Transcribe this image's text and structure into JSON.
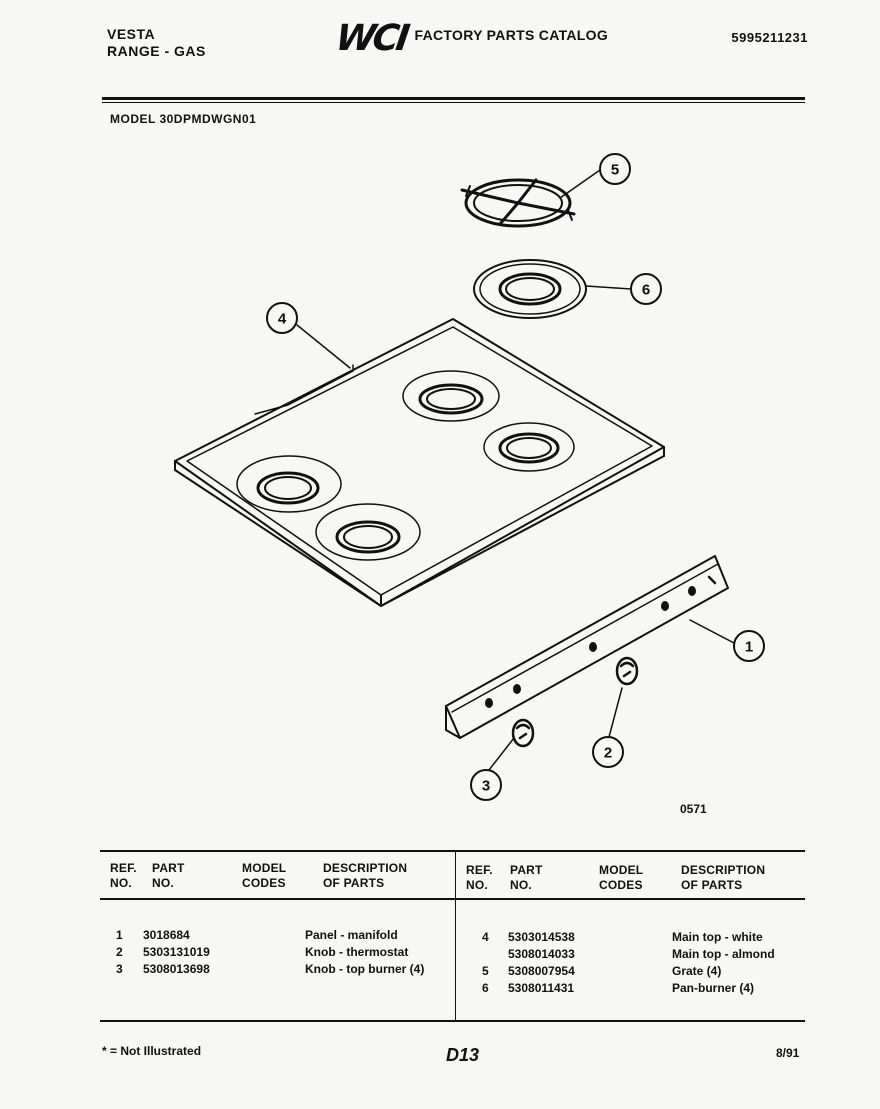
{
  "header": {
    "brand": "VESTA",
    "product": "RANGE - GAS",
    "logo": "WCI",
    "catalog_title": "FACTORY PARTS CATALOG",
    "catalog_number": "5995211231"
  },
  "model_line": "MODEL 30DPMDWGN01",
  "illustration": {
    "code": "0571",
    "callouts": [
      "1",
      "2",
      "3",
      "4",
      "5",
      "6"
    ]
  },
  "table": {
    "headers": {
      "ref": [
        "REF.",
        "NO."
      ],
      "part": [
        "PART",
        "NO."
      ],
      "model": [
        "MODEL",
        "CODES"
      ],
      "desc": [
        "DESCRIPTION",
        "OF PARTS"
      ]
    },
    "left_rows": [
      {
        "ref": "1",
        "part": "3018684",
        "codes": "",
        "desc": "Panel - manifold"
      },
      {
        "ref": "2",
        "part": "5303131019",
        "codes": "",
        "desc": "Knob - thermostat"
      },
      {
        "ref": "3",
        "part": "5308013698",
        "codes": "",
        "desc": "Knob - top burner (4)"
      }
    ],
    "right_rows": [
      {
        "ref": "4",
        "part": "5303014538",
        "codes": "",
        "desc": "Main top - white"
      },
      {
        "ref": "",
        "part": "5308014033",
        "codes": "",
        "desc": "Main top - almond"
      },
      {
        "ref": "5",
        "part": "5308007954",
        "codes": "",
        "desc": "Grate (4)"
      },
      {
        "ref": "6",
        "part": "5308011431",
        "codes": "",
        "desc": "Pan-burner (4)"
      }
    ]
  },
  "footer": {
    "note": "* = Not Illustrated",
    "page": "D13",
    "date": "8/91"
  }
}
